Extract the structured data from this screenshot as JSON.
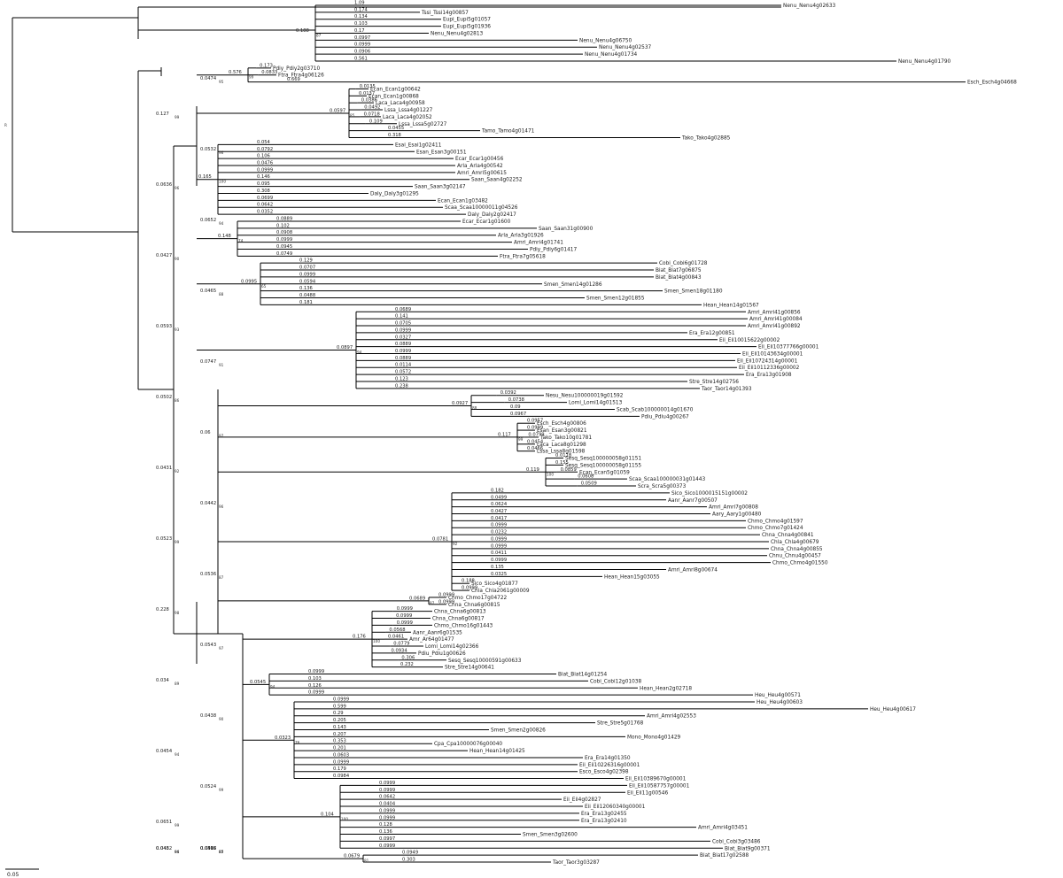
{
  "tree": {
    "line_color": "#000000",
    "support_color": "#d11a1a",
    "scale_bar": {
      "label": "0.05"
    },
    "leaves": [
      {
        "label": "Nenu_Nenu4g02633",
        "branch": "1.09"
      },
      {
        "label": "Tssi_Tssi14g00857",
        "branch": "0.174"
      },
      {
        "label": "Eupi_Eupi5g01057",
        "branch": "0.134"
      },
      {
        "label": "Eupi_Eupi5g01936",
        "branch": "0.103"
      },
      {
        "label": "Nenu_Nenu4g02813",
        "branch": "0.17"
      },
      {
        "label": "Nenu_Nenu4g06750",
        "branch": "0.0997"
      },
      {
        "label": "Nenu_Nenu4g02537",
        "branch": "0.0999"
      },
      {
        "label": "Nenu_Nenu4g01734",
        "branch": "0.0906"
      },
      {
        "label": "Nenu_Nenu4g01790",
        "branch": "0.561"
      },
      {
        "label": "Pdiy_Pdiy2g03710",
        "branch": "0.173"
      },
      {
        "label": "Ftra_Ftra4g06126",
        "branch": "0.0833"
      },
      {
        "label": "Esch_Esch4g04668",
        "branch": "0.669"
      },
      {
        "label": "Ecan_Ecan1g00642",
        "branch": "0.0135"
      },
      {
        "label": "Ecan_Ecan1g00868",
        "branch": "0.0137"
      },
      {
        "label": "Laca_Laca4g00958",
        "branch": "0.0386"
      },
      {
        "label": "Lssa_Lssa4g01227",
        "branch": "0.0492"
      },
      {
        "label": "Laca_Laca4g02052",
        "branch": "0.0718"
      },
      {
        "label": "Lssa_Lssa5g02727",
        "branch": "0.109"
      },
      {
        "label": "Tamo_Tamo4g01471",
        "branch": "0.0455"
      },
      {
        "label": "Tako_Tako4g02885",
        "branch": "0.318"
      },
      {
        "label": "Esai_Esai1g02411",
        "branch": "0.054"
      },
      {
        "label": "Esan_Esan3g00151",
        "branch": "0.0792"
      },
      {
        "label": "Ecar_Ecar1g00456",
        "branch": "0.106"
      },
      {
        "label": "Arla_Arla4g00542",
        "branch": "0.0476"
      },
      {
        "label": "Amri_Amri5g00615",
        "branch": "0.0999"
      },
      {
        "label": "Saan_Saan4g02252",
        "branch": "0.146"
      },
      {
        "label": "Saan_Saan3g02147",
        "branch": "0.095"
      },
      {
        "label": "Daly_Daly3g01295",
        "branch": "0.308"
      },
      {
        "label": "Ecan_Ecan1g03482",
        "branch": "0.0699"
      },
      {
        "label": "Scaa_Scaa10000011g04526",
        "branch": "0.0642"
      },
      {
        "label": "Daly_Daly2g02417",
        "branch": "0.0352"
      },
      {
        "label": "Ecar_Ecar1g01600",
        "branch": "0.0889"
      },
      {
        "label": "Saan_Saan31g00900",
        "branch": "0.102"
      },
      {
        "label": "Arla_Arla3g01926",
        "branch": "0.0908"
      },
      {
        "label": "Amri_Amri4g01741",
        "branch": "0.0999"
      },
      {
        "label": "Pdiy_Pdiy6g01417",
        "branch": "0.0945"
      },
      {
        "label": "Ftra_Ftra7g05618",
        "branch": "0.0749"
      },
      {
        "label": "Cobi_Cobi6g01728",
        "branch": "0.129"
      },
      {
        "label": "Biat_Biat7g06875",
        "branch": "0.0707"
      },
      {
        "label": "Biat_Biat4g00843",
        "branch": "0.0999"
      },
      {
        "label": "Smen_Smen14g01286",
        "branch": "0.0594"
      },
      {
        "label": "Smen_Smen18g01180",
        "branch": "0.136"
      },
      {
        "label": "Smen_Smen12g01855",
        "branch": "0.0488"
      },
      {
        "label": "Hean_Hean14g01567",
        "branch": "0.181"
      },
      {
        "label": "Amri_Amri41g00856",
        "branch": "0.0689"
      },
      {
        "label": "Amri_Amri41g00084",
        "branch": "0.141"
      },
      {
        "label": "Amri_Amri41g00892",
        "branch": "0.0705"
      },
      {
        "label": "Era_Era12g00851",
        "branch": "0.0999"
      },
      {
        "label": "Eii_Eii10015622g00002",
        "branch": "0.0327"
      },
      {
        "label": "Eii_Eii10377766g00001",
        "branch": "0.0889"
      },
      {
        "label": "Eii_Eii10143634g00001",
        "branch": "0.0999"
      },
      {
        "label": "Eii_Eii10724314g00001",
        "branch": "0.0889"
      },
      {
        "label": "Eii_Eii10112336g00002",
        "branch": "0.0114"
      },
      {
        "label": "Era_Era13g01908",
        "branch": "0.0572"
      },
      {
        "label": "Stre_Stre14g02756",
        "branch": "0.123"
      },
      {
        "label": "Taor_Taor14g01393",
        "branch": "0.238"
      },
      {
        "label": "Nesu_Nesu100000019g01592",
        "branch": "0.0392"
      },
      {
        "label": "Lomi_Lomi14g01513",
        "branch": "0.0738"
      },
      {
        "label": "Scab_Scab100000014g01670",
        "branch": "0.09"
      },
      {
        "label": "Pdiu_Pdiu4g00267",
        "branch": "0.0967"
      },
      {
        "label": "Esch_Esch4g00806",
        "branch": "0.0957"
      },
      {
        "label": "Esan_Esan3g00821",
        "branch": "0.0999"
      },
      {
        "label": "Tako_Tako10g01781",
        "branch": "0.0799"
      },
      {
        "label": "Laca_Laca8g01298",
        "branch": "0.0454"
      },
      {
        "label": "Lssa_Lssa8g01598",
        "branch": "0.0466"
      },
      {
        "label": "Sesq_Sesq100000058g01151",
        "branch": "0.0118"
      },
      {
        "label": "Sesq_Sesq100000058g01155",
        "branch": "0.155"
      },
      {
        "label": "Ecan_Ecan5g01059",
        "branch": "0.0859"
      },
      {
        "label": "Scaa_Scaa100000031g01443",
        "branch": "0.0608"
      },
      {
        "label": "Scra_Scra5g00373",
        "branch": "0.0509"
      },
      {
        "label": "Sico_Sico1000015151g00002",
        "branch": "0.182"
      },
      {
        "label": "Aanr_Aanr7g00507",
        "branch": "0.0499"
      },
      {
        "label": "Amri_Amri7g00808",
        "branch": "0.0624"
      },
      {
        "label": "Aary_Aary1g00480",
        "branch": "0.0427"
      },
      {
        "label": "Chmo_Chmo4g01597",
        "branch": "0.0417"
      },
      {
        "label": "Chmo_Chmo7g01424",
        "branch": "0.0999"
      },
      {
        "label": "Chna_Chna4g00841",
        "branch": "0.0232"
      },
      {
        "label": "Chla_Chla4g00679",
        "branch": "0.0999"
      },
      {
        "label": "Chna_Chna4g00855",
        "branch": "0.0999"
      },
      {
        "label": "Chnu_Chnu4g00457",
        "branch": "0.0411"
      },
      {
        "label": "Chmo_Chmo4g01550",
        "branch": "0.0999"
      },
      {
        "label": "Amri_Amri8g00674",
        "branch": "0.135"
      },
      {
        "label": "Hean_Hean15g03055",
        "branch": "0.0325"
      },
      {
        "label": "Sico_Sico4g01877",
        "branch": "0.188"
      },
      {
        "label": "Chla_Chla2061g00009",
        "branch": "0.0999"
      },
      {
        "label": "Chmo_Chmo17g04722",
        "branch": "0.0999"
      },
      {
        "label": "Chna_Chna6g00815",
        "branch": "0.0999"
      },
      {
        "label": "Chna_Chna6g00813",
        "branch": "0.0999"
      },
      {
        "label": "Chna_Chna6g00817",
        "branch": "0.0999"
      },
      {
        "label": "Chmo_Chmo16g01443",
        "branch": "0.0999"
      },
      {
        "label": "Aanr_Aanr6g01535",
        "branch": "0.0568"
      },
      {
        "label": "Amr_Ar64g01477",
        "branch": "0.0461"
      },
      {
        "label": "Lomi_Lomi14g02366",
        "branch": "0.0779"
      },
      {
        "label": "Pdiu_Pdiu1g00626",
        "branch": "0.0934"
      },
      {
        "label": "Sesq_Sesq10000591g00633",
        "branch": "0.306"
      },
      {
        "label": "Stre_Stre14g00641",
        "branch": "0.232"
      },
      {
        "label": "Biat_Biat14g01254",
        "branch": "0.0999"
      },
      {
        "label": "Cobi_Cobi12g01038",
        "branch": "0.103"
      },
      {
        "label": "Hean_Hean2g02718",
        "branch": "0.126"
      },
      {
        "label": "Heu_Heu4g00571",
        "branch": "0.0999"
      },
      {
        "label": "Heu_Heu4g00603",
        "branch": "0.0999"
      },
      {
        "label": "Heu_Heu4g00617",
        "branch": "0.599"
      },
      {
        "label": "Amri_Amri4g02553",
        "branch": "0.29"
      },
      {
        "label": "Stre_Stre5g01768",
        "branch": "0.205"
      },
      {
        "label": "Smen_Smen2g00826",
        "branch": "0.143"
      },
      {
        "label": "Mono_Mono4g01429",
        "branch": "0.207"
      },
      {
        "label": "Cpa_Cpa10000076g00040",
        "branch": "0.353"
      },
      {
        "label": "Hean_Hean14g01425",
        "branch": "0.201"
      },
      {
        "label": "Era_Era14g01350",
        "branch": "0.0603"
      },
      {
        "label": "Eii_Eii10226316g00001",
        "branch": "0.0999"
      },
      {
        "label": "Esco_Esco4g02398",
        "branch": "0.179"
      },
      {
        "label": "Eii_Eii10389670g00001",
        "branch": "0.0984"
      },
      {
        "label": "Eii_Eii10587757g00001",
        "branch": "0.0999"
      },
      {
        "label": "Eii_Eii11g00546",
        "branch": "0.0999"
      },
      {
        "label": "Eii_Eii4g02827",
        "branch": "0.0642"
      },
      {
        "label": "Eii_Eii12060340g00001",
        "branch": "0.0404"
      },
      {
        "label": "Era_Era13g02455",
        "branch": "0.0999"
      },
      {
        "label": "Era_Era13g02410",
        "branch": "0.0999"
      },
      {
        "label": "Amri_Amri4g03451",
        "branch": "0.128"
      },
      {
        "label": "Smen_Smen3g02600",
        "branch": "0.136"
      },
      {
        "label": "Cobi_Cobi3g03486",
        "branch": "0.0997"
      },
      {
        "label": "Biat_Biat9g00371",
        "branch": "0.0999"
      },
      {
        "label": "Biat_Biat17g02588",
        "branch": "0.0949"
      },
      {
        "label": "Taor_Taor3g03287",
        "branch": "0.303"
      }
    ],
    "internal": [
      {
        "label": "0.188",
        "support": "87"
      },
      {
        "label": "0.576",
        "support": "99"
      },
      {
        "label": "0.0597",
        "support": "85"
      },
      {
        "label": "0.165",
        "support": "100"
      },
      {
        "label": "0.148",
        "support": "74"
      },
      {
        "label": "0.0995",
        "support": "65"
      },
      {
        "label": "0.0897",
        "support": "94"
      },
      {
        "label": "0.0927",
        "support": "88"
      },
      {
        "label": "0.117",
        "support": "99"
      },
      {
        "label": "0.119",
        "support": "100"
      },
      {
        "label": "0.0781",
        "support": "92"
      },
      {
        "label": "0.0689",
        "support": "87"
      },
      {
        "label": "0.176",
        "support": "100"
      },
      {
        "label": "0.0545",
        "support": "94"
      },
      {
        "label": "0.0323",
        "support": "76"
      },
      {
        "label": "0.104",
        "support": "100"
      },
      {
        "label": "0.0679",
        "support": "81"
      },
      {
        "label": "0.0474",
        "support": "95"
      },
      {
        "label": "0.127",
        "support": "99"
      },
      {
        "label": "0.0532",
        "support": "96"
      },
      {
        "label": "0.0636",
        "support": "96"
      },
      {
        "label": "0.0652",
        "support": "94"
      },
      {
        "label": "0.0427",
        "support": "90"
      },
      {
        "label": "0.0465",
        "support": "88"
      },
      {
        "label": "0.0593",
        "support": "93"
      },
      {
        "label": "0.0747",
        "support": "91"
      },
      {
        "label": "0.0502",
        "support": "86"
      },
      {
        "label": "0.06",
        "support": "97"
      },
      {
        "label": "0.0431",
        "support": "92"
      },
      {
        "label": "0.0442",
        "support": "96"
      },
      {
        "label": "0.0523",
        "support": "99"
      },
      {
        "label": "0.0536",
        "support": "87"
      },
      {
        "label": "0.228",
        "support": "98"
      },
      {
        "label": "0.0543",
        "support": "97"
      },
      {
        "label": "0.034",
        "support": "89"
      },
      {
        "label": "0.0438",
        "support": "90"
      },
      {
        "label": "0.0454",
        "support": "94"
      },
      {
        "label": "0.0524",
        "support": "99"
      },
      {
        "label": "0.0651",
        "support": "99"
      },
      {
        "label": "0.0397",
        "support": "87"
      },
      {
        "label": "0.048",
        "support": "94"
      },
      {
        "label": "0.0565",
        "support": "87"
      },
      {
        "label": "0.0432",
        "support": "86"
      },
      {
        "label": "0.0416",
        "support": "85"
      }
    ]
  }
}
